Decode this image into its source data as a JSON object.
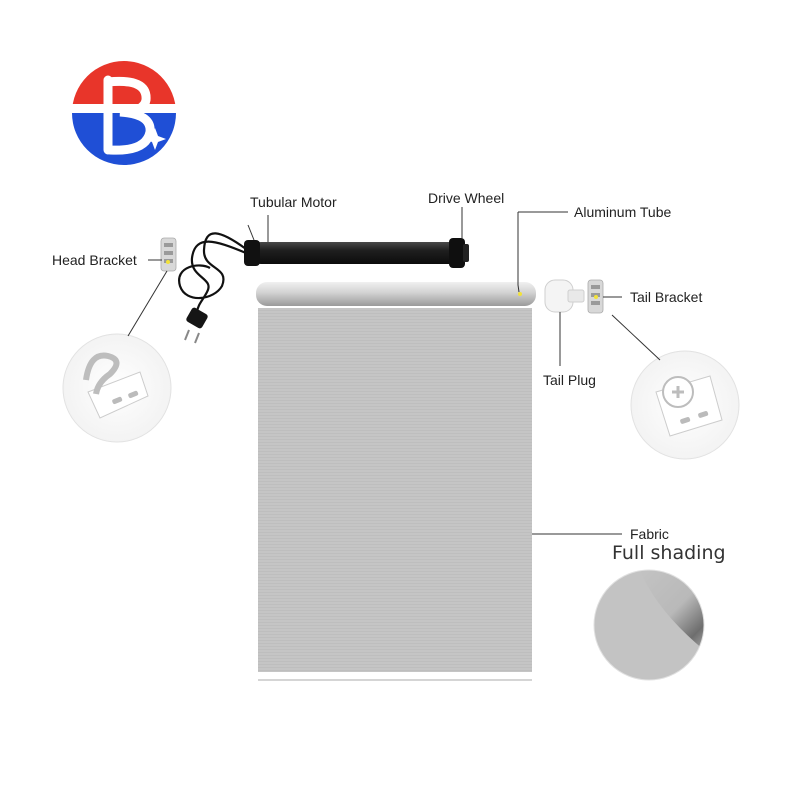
{
  "logo": {
    "letter": "B"
  },
  "labels": {
    "tubular_motor": "Tubular Motor",
    "drive_wheel": "Drive Wheel",
    "aluminum_tube": "Aluminum Tube",
    "head_bracket": "Head Bracket",
    "tail_bracket": "Tail Bracket",
    "tail_plug": "Tail Plug",
    "fabric": "Fabric",
    "full_shading": "Full shading"
  },
  "colors": {
    "logo_red": "#e8352a",
    "logo_blue": "#1f4fd6",
    "motor": "#1c1c1c",
    "fabric": "#c6c6c6",
    "tube": "#d4d4d4",
    "leader": "#333333",
    "accent_yellow": "#f2e23a"
  }
}
